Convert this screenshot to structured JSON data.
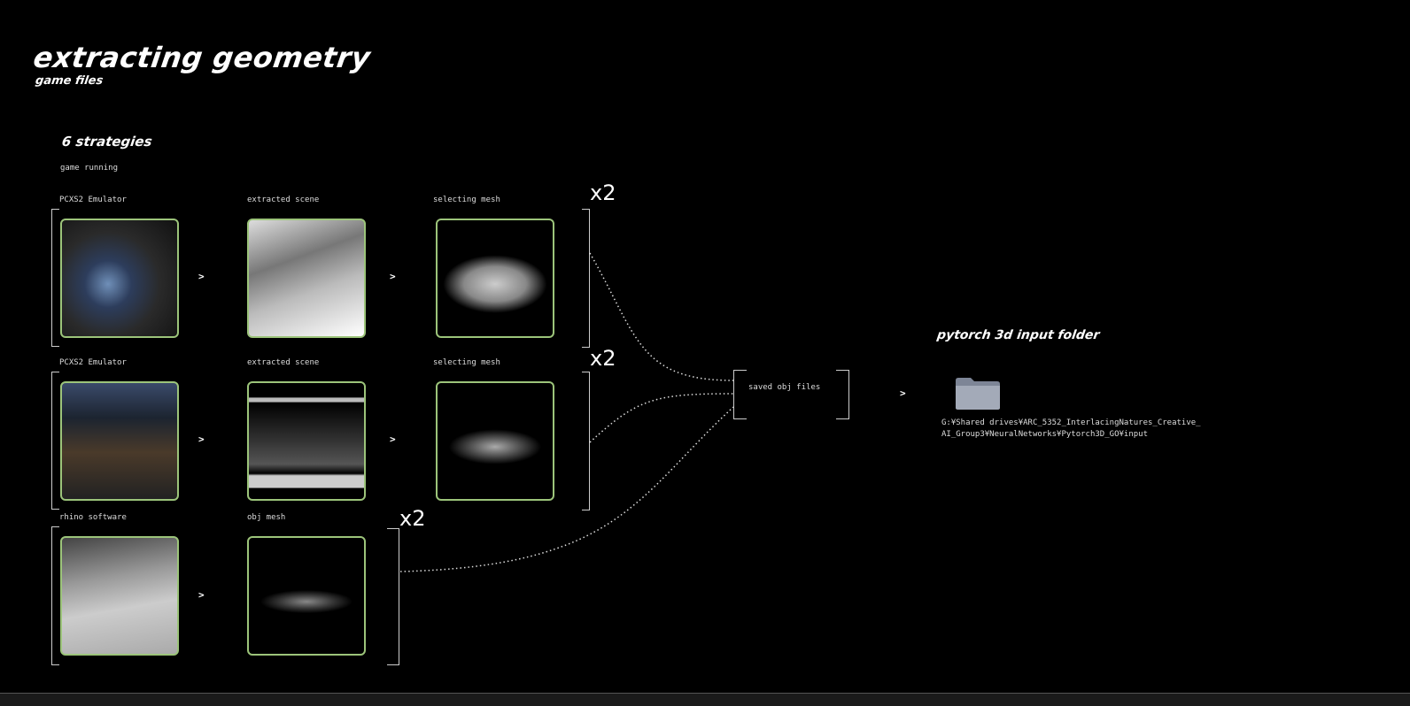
{
  "header": {
    "title": "extracting geometry",
    "subtitle": "game files"
  },
  "section_title": "6 strategies",
  "section_note": "game running",
  "rows": [
    {
      "steps": [
        {
          "label": "PCXS2 Emulator",
          "image": "game-screenshot-car"
        },
        {
          "label": "extracted scene",
          "image": "extracted-scene-car"
        },
        {
          "label": "selecting mesh",
          "image": "car-mesh"
        }
      ],
      "multiplier": "x2"
    },
    {
      "steps": [
        {
          "label": "PCXS2 Emulator",
          "image": "game-screenshot-podracer"
        },
        {
          "label": "extracted scene",
          "image": "extracted-scene-podracer"
        },
        {
          "label": "selecting mesh",
          "image": "podracer-mesh"
        }
      ],
      "multiplier": "x2"
    },
    {
      "steps": [
        {
          "label": "rhino software",
          "image": "rhino-model"
        },
        {
          "label": "obj mesh",
          "image": "obj-mesh"
        }
      ],
      "multiplier": "x2"
    }
  ],
  "arrow": ">",
  "saved_box": {
    "label": "saved obj files"
  },
  "output": {
    "title": "pytorch 3d input folder",
    "icon": "folder-icon",
    "path_line1": "G:¥Shared drives¥ARC_5352_InterlacingNatures_Creative_",
    "path_line2": "AI_Group3¥NeuralNetworks¥Pytorch3D_GO¥input"
  },
  "colors": {
    "frame": "#9cc47a",
    "background": "#000000"
  }
}
